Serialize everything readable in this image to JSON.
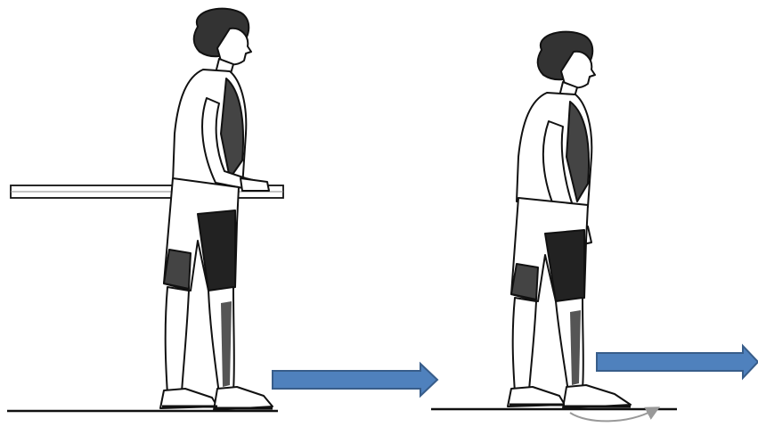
{
  "illustration": {
    "panels": [
      {
        "support": "rail",
        "foot_motion": "none"
      },
      {
        "support": "none",
        "foot_motion": "pivot-arc"
      }
    ],
    "arrows": [
      {
        "direction": "right"
      },
      {
        "direction": "right"
      }
    ],
    "colors": {
      "arrow_fill": "#4f81bd",
      "arrow_stroke": "#385d8a",
      "ink": "#111111",
      "shade": "#555555",
      "paper": "#ffffff"
    }
  }
}
